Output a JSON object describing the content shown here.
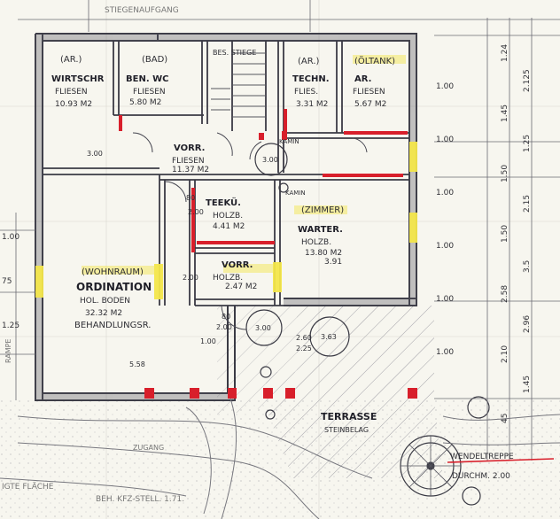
{
  "labels": {
    "top_caption": "STIEGENAUFGANG",
    "ar1": "(AR.)",
    "bad": "(BAD)",
    "ar2": "(AR.)",
    "oltank": "(ÖLTANK)",
    "wirtschr": "WIRTSCHR",
    "fliesen": "FLIESEN",
    "area_1": "10.93 M2",
    "ben_wc": "BEN. WC",
    "area_2": "5.80 M2",
    "besstiege": "BES. STIEGE",
    "techn": "TECHN.",
    "flies": "FLIES.",
    "area_3": "3.31 M2",
    "ar": "AR.",
    "area_4": "5.67 M2",
    "vorr": "VORR.",
    "area_5": "11.37 M2",
    "kamin1": "KAMIN",
    "kamin2": "KAMIN",
    "circle_300_a": "3.00",
    "teekue": "TEEKÜ.",
    "holzb": "HOLZB.",
    "area_6": "4.41 M2",
    "zimmer": "(ZIMMER)",
    "wartebr": "WARTER.",
    "holzb2": "HOLZB.",
    "area_7": "13.80 M2",
    "height_391": "3.91",
    "wohnraum": "(WOHNRAUM)",
    "ordination": "ORDINATION",
    "holzboden": "HOL. BODEN",
    "area_8": "32.32 M2",
    "behandlungsr": "BEHANDLUNGSR.",
    "vorr2": "VORR.",
    "holzb3": "HOLZB.",
    "area_9": "2.47 M2",
    "circle_300_b": "3.00",
    "circle_363": "3.63",
    "terrasse": "TERRASSE",
    "steinbelag": "STEINBELAG",
    "wendeltreppe": "WENDELTREPPE",
    "wendel_size": "DURCHM. 2.00",
    "zugang": "ZUGANG",
    "bottom_left_caption": "IGTE FLÄCHE",
    "bottom_caption": "BEH. KFZ-STELL. 1.71.",
    "rampe": "RAMPE",
    "dim_100": "1.00",
    "dim_300": "3.00",
    "dim_558": "5.58",
    "dim_80": "80",
    "dim_200": "2.00",
    "dim_260": "2.60",
    "dim_225": "2.25"
  },
  "right_dims_outer": [
    "1.24",
    "2.125",
    "1.45",
    "1.25",
    "1.50",
    "2.15",
    "1.50",
    "3.5",
    "2.58",
    "2.96",
    "2.10",
    "1.45",
    "45"
  ],
  "right_dims_inner": [
    "1.00",
    "1.00",
    "1.00",
    "1.00",
    "1.00",
    "1.00"
  ],
  "left_dims": [
    "1.00",
    "75",
    "1.25"
  ],
  "colors": {
    "wall": "#3a3a44",
    "red": "#d81f2b",
    "yellow": "#f4e64a",
    "pencil": "#6a6a72",
    "hatch": "#9a9aa0"
  }
}
